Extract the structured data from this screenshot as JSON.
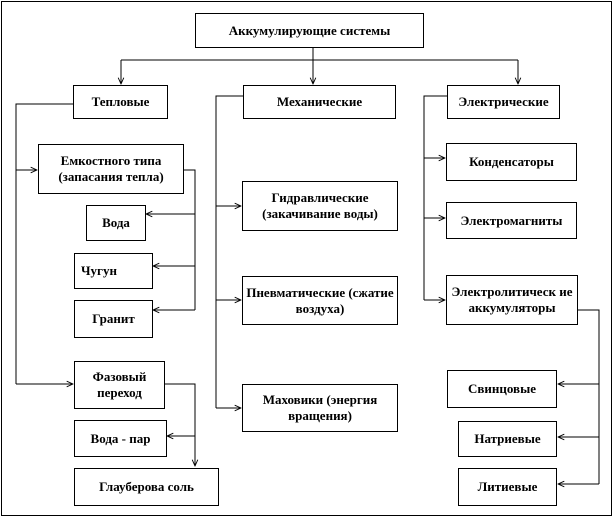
{
  "diagram": {
    "root": "Аккумулирующие системы",
    "categories": {
      "thermal": "Тепловые",
      "mechanical": "Механические",
      "electrical": "Электрические"
    },
    "thermal": {
      "capacitive": "Емкостного типа (запасания тепла)",
      "capacitive_items": [
        "Вода",
        "Чугун",
        "Гранит"
      ],
      "phase": "Фазовый переход",
      "phase_items": [
        "Вода - пар",
        "Глауберова соль"
      ]
    },
    "mechanical": {
      "items": [
        "Гидравлические (закачивание воды)",
        "Пневматические (сжатие воздуха)",
        "Маховики (энергия вращения)"
      ]
    },
    "electrical": {
      "items": [
        "Конденсаторы",
        "Электромагниты",
        "Электролитическ ие аккумуляторы"
      ],
      "battery_types": [
        "Свинцовые",
        "Натриевые",
        "Литиевые"
      ]
    }
  }
}
